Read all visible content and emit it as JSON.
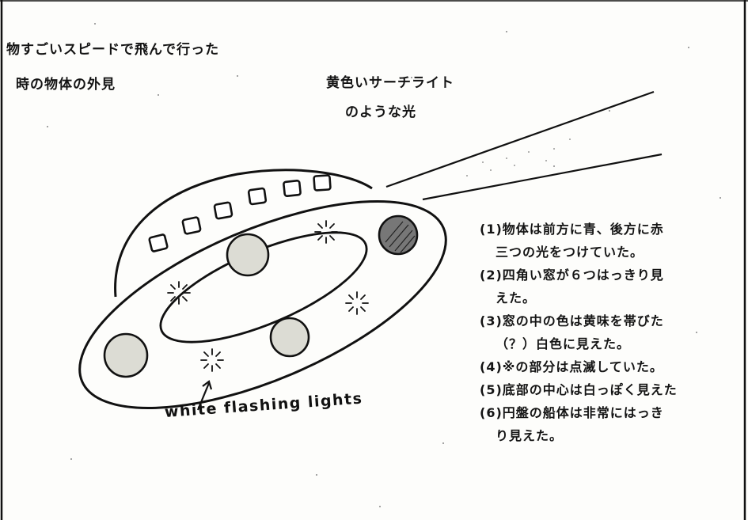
{
  "caption_speed": {
    "line1": "物すごいスピードで飛んで行った",
    "line2": "時の物体の外見"
  },
  "caption_light": {
    "line1": "黄色いサーチライト",
    "line2": "のような光"
  },
  "notes": [
    {
      "first": "(1)物体は前方に青、後方に赤",
      "rest": "三つの光をつけていた。"
    },
    {
      "first": "(2)四角い窓が６つはっきり見",
      "rest": "えた。"
    },
    {
      "first": "(3)窓の中の色は黄味を帯びた",
      "rest": "（？）白色に見えた。"
    },
    {
      "first": "(4)※の部分は点滅していた。",
      "rest": ""
    },
    {
      "first": "(5)底部の中心は白っぽく見えた",
      "rest": ""
    },
    {
      "first": "(6)円盤の船体は非常にはっき",
      "rest": "り見えた。"
    }
  ],
  "handwritten_label": "white flashing lights",
  "colors": {
    "ink": "#141414",
    "paper": "#fdfdfb"
  }
}
